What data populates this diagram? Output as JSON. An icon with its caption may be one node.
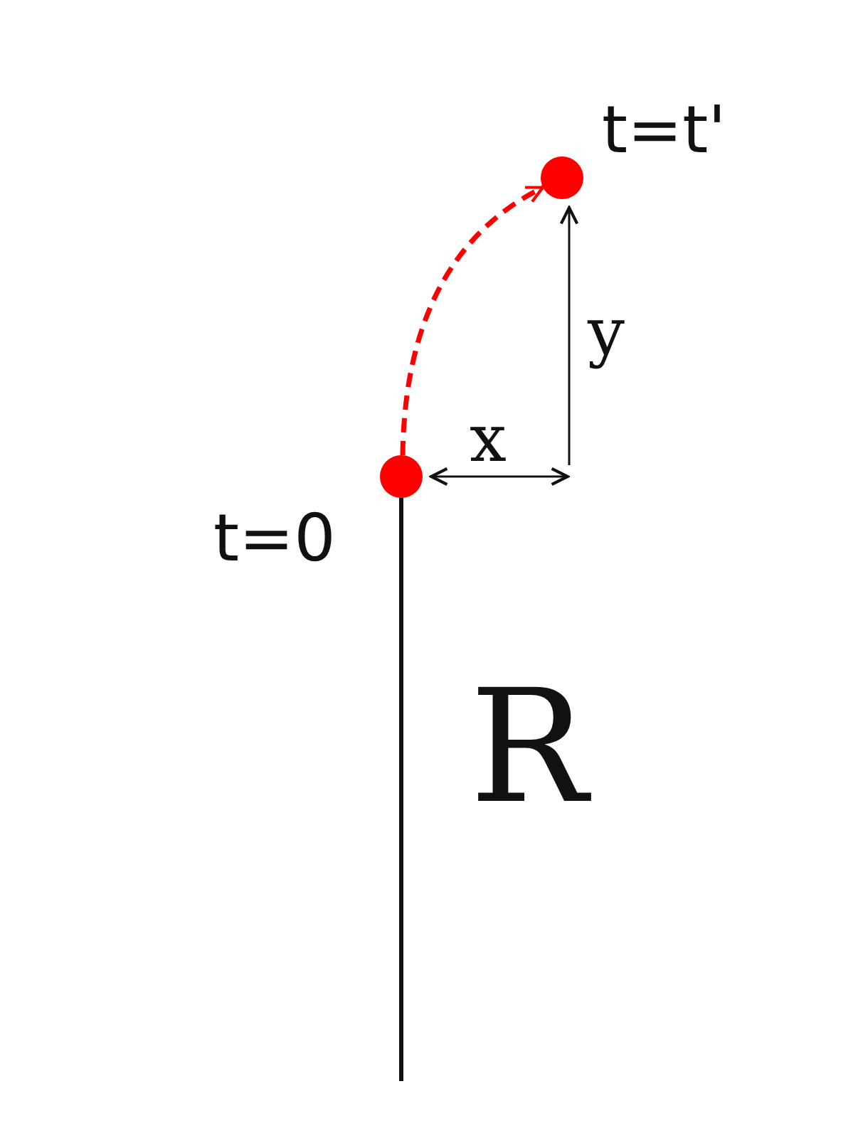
{
  "diagram": {
    "nodes": [
      {
        "text": [],
        "shape": "circle",
        "beside": [
          "t=0"
        ]
      },
      {
        "text": [],
        "shape": "circle",
        "beside": [
          "t=t'"
        ]
      }
    ],
    "edges": [
      {
        "from": 0,
        "to": 1,
        "arrow": "to",
        "style": "dashed",
        "color": "#ff0000"
      }
    ],
    "labels": [
      "x",
      "y",
      "R"
    ]
  }
}
